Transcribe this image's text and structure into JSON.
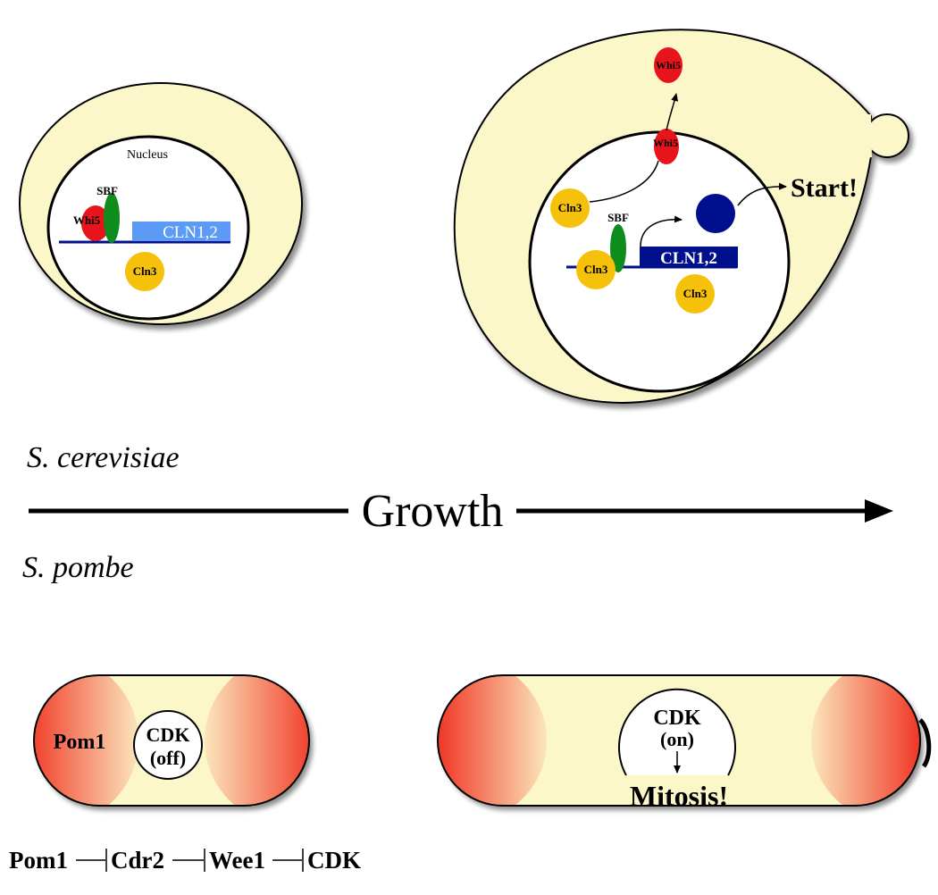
{
  "cerevisiae": {
    "species_label": "S. cerevisiae",
    "small_cell": {
      "nucleus_label": "Nucleus",
      "sbf_label": "SBF",
      "whi5_label": "Whi5",
      "gene_label": "CLN1,2",
      "cln3_label": "Cln3"
    },
    "large_cell": {
      "whi5_exported_label": "Whi5",
      "whi5_nuclear_label": "Whi5",
      "cln3_top_label": "Cln3",
      "sbf_label": "SBF",
      "cln3_bound_label": "Cln3",
      "gene_label": "CLN1,2",
      "cln3_free_label": "Cln3",
      "start_label": "Start!"
    }
  },
  "growth_label": "Growth",
  "pombe": {
    "species_label": "S. pombe",
    "small_cell": {
      "pom1_label": "Pom1",
      "cdk_label": "CDK",
      "cdk_state": "(off)"
    },
    "large_cell": {
      "cdk_label": "CDK",
      "cdk_state": "(on)",
      "mitosis_label": "Mitosis!"
    },
    "pathway": [
      "Pom1",
      "Cdr2",
      "Wee1",
      "CDK"
    ]
  },
  "colors": {
    "cytoplasm": "#fcf7c8",
    "whi5": "#e8141c",
    "sbf": "#0f8c1e",
    "cln3": "#f5c10a",
    "cln_gene_inactive": "#5b9bf5",
    "cln_gene_active": "#000f8c",
    "cln_protein": "#000f8c",
    "pom1": "#ee1515",
    "dna": "#000f8c"
  }
}
